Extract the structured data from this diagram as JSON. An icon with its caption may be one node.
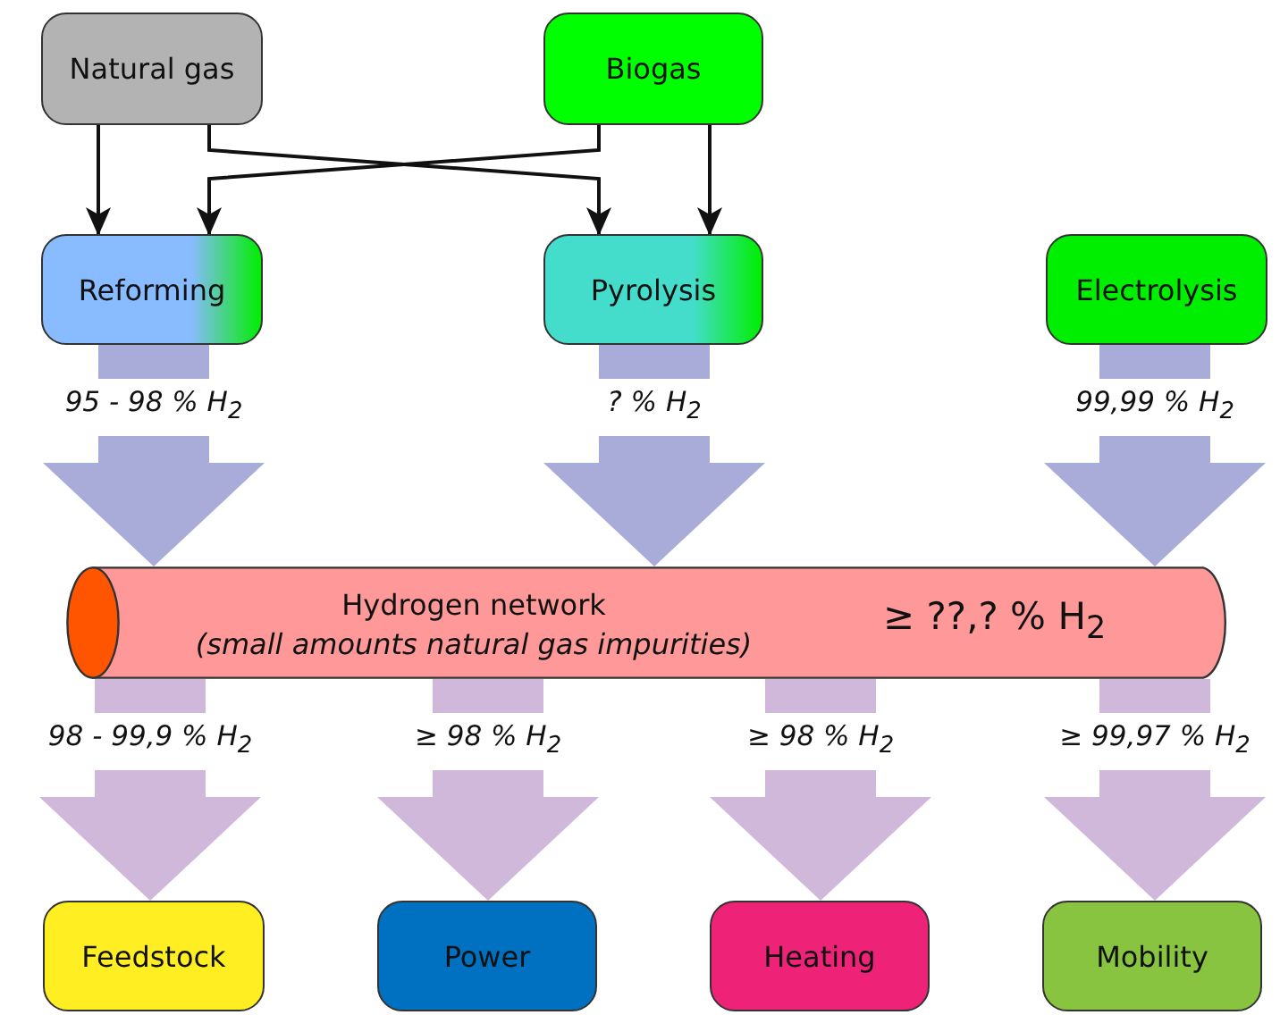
{
  "diagram": {
    "nodes": [
      {
        "text": [
          "Natural gas"
        ]
      },
      {
        "text": [
          "Biogas"
        ]
      },
      {
        "text": [
          "Reforming"
        ]
      },
      {
        "text": [
          "Pyrolysis"
        ]
      },
      {
        "text": [
          "Electrolysis"
        ]
      },
      {
        "text": [
          "Hydrogen network",
          "(small amounts natural gas impurities)",
          "≥ ??,? % H$_{2}$"
        ]
      },
      {
        "text": [
          "Feedstock"
        ]
      },
      {
        "text": [
          "Power"
        ]
      },
      {
        "text": [
          "Heating"
        ]
      },
      {
        "text": [
          "Mobility"
        ]
      }
    ],
    "edges": [
      {
        "from": 0,
        "to": 2,
        "arrow": "to",
        "color": "#111111"
      },
      {
        "from": 0,
        "to": 3,
        "arrow": "to",
        "color": "#111111"
      },
      {
        "from": 1,
        "to": 2,
        "arrow": "to",
        "color": "#111111"
      },
      {
        "from": 1,
        "to": 3,
        "arrow": "to",
        "color": "#111111"
      },
      {
        "from": 2,
        "to": 5,
        "arrow": "to",
        "label": "95 - 98 % H$_{2}$",
        "color": "#a9acd8"
      },
      {
        "from": 3,
        "to": 5,
        "arrow": "to",
        "label": "? % H$_{2}$",
        "color": "#a9acd8"
      },
      {
        "from": 4,
        "to": 5,
        "arrow": "to",
        "label": "99,99 % H$_{2}$",
        "color": "#a9acd8"
      },
      {
        "from": 5,
        "to": 6,
        "arrow": "to",
        "label": "98 - 99,9 % H$_{2}$",
        "color": "#cfb8da"
      },
      {
        "from": 5,
        "to": 7,
        "arrow": "to",
        "label": "≥ 98 % H$_{2}$",
        "color": "#cfb8da"
      },
      {
        "from": 5,
        "to": 8,
        "arrow": "to",
        "label": "≥ 98 % H$_{2}$",
        "color": "#cfb8da"
      },
      {
        "from": 5,
        "to": 9,
        "arrow": "to",
        "label": "≥ 99,97 % H$_{2}$",
        "color": "#cfb8da"
      }
    ]
  }
}
